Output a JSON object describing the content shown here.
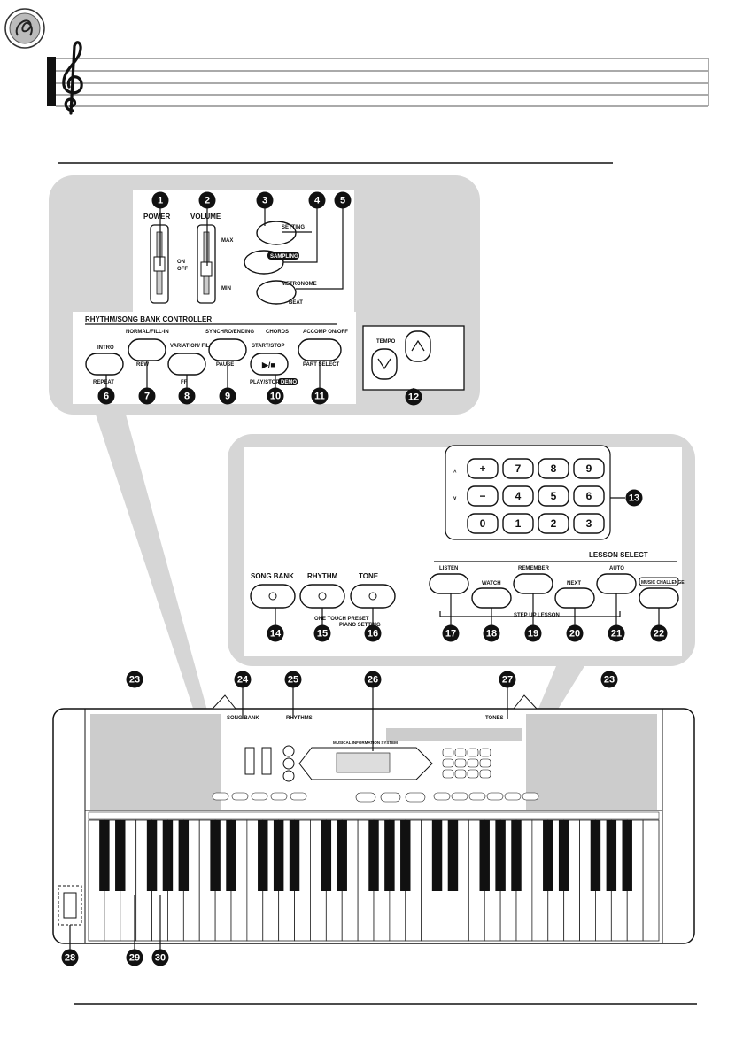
{
  "top_panel": {
    "power_label": "POWER",
    "on_label": "ON",
    "off_label": "OFF",
    "volume_label": "VOLUME",
    "max_label": "MAX",
    "min_label": "MIN",
    "setting_label": "SETTING",
    "sampling_label": "SAMPLING",
    "metronome_label": "METRONOME",
    "beat_label": "BEAT",
    "controller_label": "RHYTHM/SONG BANK CONTROLLER",
    "normal_fill_label": "NORMAL/FILL-IN",
    "intro_label": "INTRO",
    "variation_fill_label": "VARIATION/ FILL-IN",
    "synchro_label": "SYNCHRO/ENDING",
    "start_stop_label": "START/STOP",
    "chords_label": "CHORDS",
    "accomp_label": "ACCOMP ON/OFF",
    "repeat_label": "REPEAT",
    "rew_label": "REW",
    "ff_label": "FF",
    "pause_label": "PAUSE",
    "play_stop_label": "PLAY/STOP",
    "demo_label": "DEMO",
    "part_select_label": "PART SELECT",
    "tempo_label": "TEMPO"
  },
  "middle_panel": {
    "keypad": [
      "+",
      "7",
      "8",
      "9",
      "−",
      "4",
      "5",
      "6",
      "0",
      "1",
      "2",
      "3"
    ],
    "caret_up": "^",
    "caret_down": "v",
    "lesson_select_label": "LESSON SELECT",
    "song_bank_label": "SONG BANK",
    "rhythm_label": "RHYTHM",
    "tone_label": "TONE",
    "one_touch_label": "ONE TOUCH PRESET",
    "piano_setting_label": "PIANO SETTING",
    "listen_label": "LISTEN",
    "watch_label": "WATCH",
    "remember_label": "REMEMBER",
    "next_label": "NEXT",
    "auto_label": "AUTO",
    "music_challenge_label": "MUSIC CHALLENGE",
    "step_up_label": "STEP UP LESSON"
  },
  "keyboard": {
    "song_bank_strip": "SONG BANK",
    "rhythms_strip": "RHYTHMS",
    "tones_strip": "TONES",
    "display_label": "MUSICAL INFORMATION SYSTEM"
  },
  "callouts": [
    "1",
    "2",
    "3",
    "4",
    "5",
    "6",
    "7",
    "8",
    "9",
    "10",
    "11",
    "12",
    "13",
    "14",
    "15",
    "16",
    "17",
    "18",
    "19",
    "20",
    "21",
    "22",
    "23",
    "24",
    "25",
    "26",
    "27",
    "23",
    "28",
    "29",
    "30"
  ]
}
